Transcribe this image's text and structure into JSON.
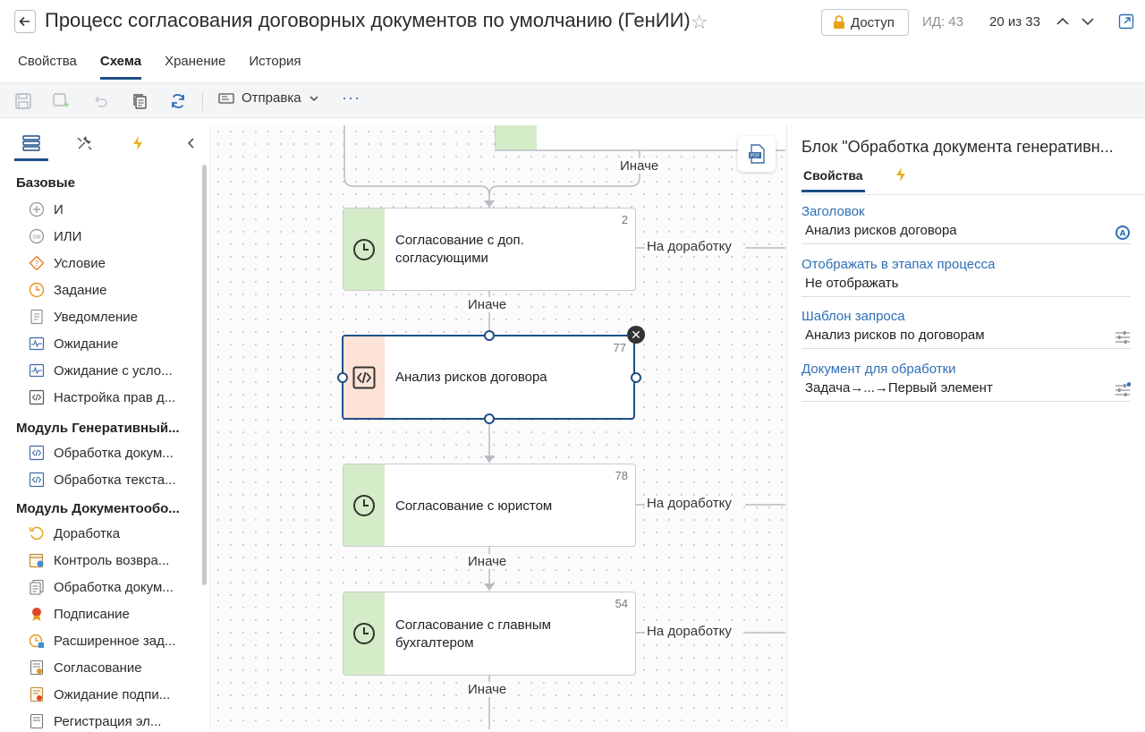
{
  "header": {
    "title": "Процесс согласования договорных документов по умолчанию (ГенИИ)",
    "access_label": "Доступ",
    "id_label": "ИД: 43",
    "pager": "20 из 33"
  },
  "tabs": [
    "Свойства",
    "Схема",
    "Хранение",
    "История"
  ],
  "toolbar": {
    "send_label": "Отправка",
    "more": "···"
  },
  "palette": {
    "sections": [
      {
        "title": "Базовые",
        "items": [
          "И",
          "ИЛИ",
          "Условие",
          "Задание",
          "Уведомление",
          "Ожидание",
          "Ожидание с усло...",
          "Настройка прав д..."
        ]
      },
      {
        "title": "Модуль Генеративный...",
        "items": [
          "Обработка докум...",
          "Обработка текста..."
        ]
      },
      {
        "title": "Модуль Документообо...",
        "items": [
          "Доработка",
          "Контроль возвра...",
          "Обработка докум...",
          "Подписание",
          "Расширенное зад...",
          "Согласование",
          "Ожидание подпи...",
          "Регистрация эл..."
        ]
      }
    ]
  },
  "canvas": {
    "nodes": [
      {
        "label": "Согласование с доп. согласующими",
        "num": "2",
        "type": "task"
      },
      {
        "label": "Анализ рисков договора",
        "num": "77",
        "type": "code"
      },
      {
        "label": "Согласование с юристом",
        "num": "78",
        "type": "task"
      },
      {
        "label": "Согласование с главным бухгалтером",
        "num": "54",
        "type": "task"
      }
    ],
    "else_label": "Иначе",
    "rework_label": "На доработку"
  },
  "properties": {
    "title": "Блок \"Обработка документа генеративн...",
    "tab_label": "Свойства",
    "fields": [
      {
        "label": "Заголовок",
        "value": "Анализ рисков договора"
      },
      {
        "label": "Отображать в этапах процесса",
        "value": "Не отображать"
      },
      {
        "label": "Шаблон запроса",
        "value": "Анализ рисков по договорам"
      },
      {
        "label": "Документ для обработки",
        "value": "Задача→...→Первый элемент"
      }
    ]
  },
  "colors": {
    "accent": "#1f4f86",
    "task_band": "#d5ecc8",
    "code_band": "#fde3d6",
    "link": "#2f6fb5"
  }
}
